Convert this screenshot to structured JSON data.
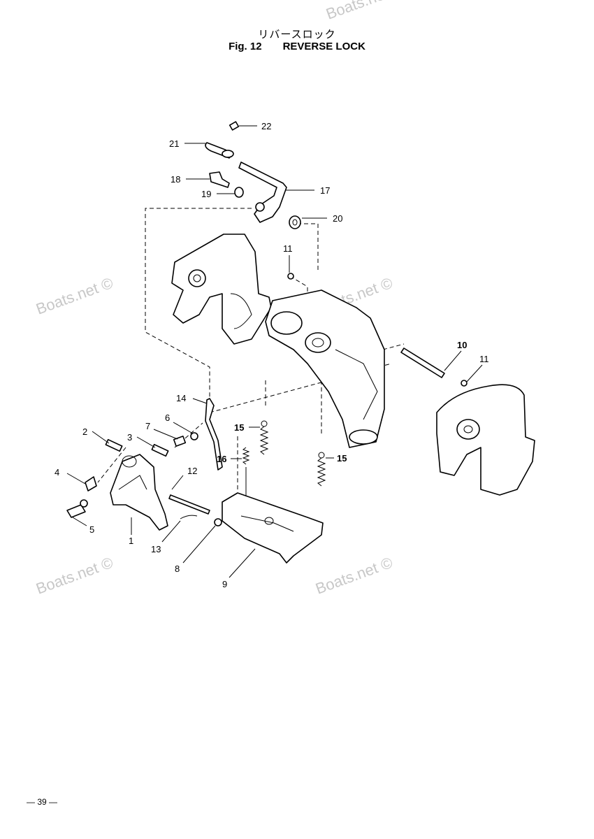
{
  "header": {
    "title_jp": "リバースロック",
    "fig_label": "Fig. 12",
    "title_en": "REVERSE LOCK"
  },
  "watermark": "Boats.net ©",
  "footer": {
    "page": "— 39 —"
  },
  "callouts": [
    {
      "id": "c22",
      "label": "22"
    },
    {
      "id": "c21",
      "label": "21"
    },
    {
      "id": "c18",
      "label": "18"
    },
    {
      "id": "c19",
      "label": "19"
    },
    {
      "id": "c17",
      "label": "17"
    },
    {
      "id": "c20",
      "label": "20"
    },
    {
      "id": "c11a",
      "label": "11"
    },
    {
      "id": "c10",
      "label": "10"
    },
    {
      "id": "c11b",
      "label": "11"
    },
    {
      "id": "c14",
      "label": "14"
    },
    {
      "id": "c6",
      "label": "6"
    },
    {
      "id": "c7",
      "label": "7"
    },
    {
      "id": "c2",
      "label": "2"
    },
    {
      "id": "c3",
      "label": "3"
    },
    {
      "id": "c15a",
      "label": "15"
    },
    {
      "id": "c16",
      "label": "16"
    },
    {
      "id": "c15b",
      "label": "15"
    },
    {
      "id": "c4",
      "label": "4"
    },
    {
      "id": "c12",
      "label": "12"
    },
    {
      "id": "c5",
      "label": "5"
    },
    {
      "id": "c1",
      "label": "1"
    },
    {
      "id": "c13",
      "label": "13"
    },
    {
      "id": "c8",
      "label": "8"
    },
    {
      "id": "c9",
      "label": "9"
    }
  ]
}
